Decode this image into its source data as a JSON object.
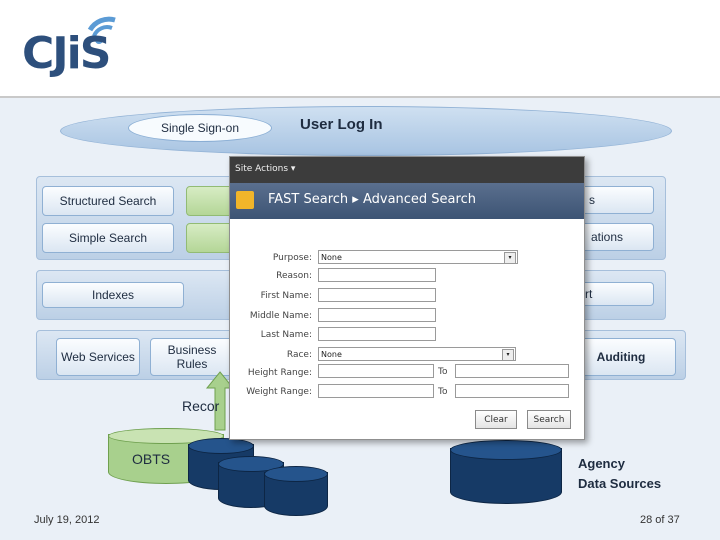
{
  "logo": {
    "text": "CJiS"
  },
  "sso": "Single Sign-on",
  "user_log_in": "User Log In",
  "boxes": {
    "structured_search": "Structured Search",
    "simple_search": "Simple Search",
    "indexes": "Indexes",
    "web_services": "Web Services",
    "business_rules": "Business Rules",
    "right_top": "s",
    "right_mid": "ations",
    "right_third": "rt",
    "auditing": "Auditing"
  },
  "records": "Recor",
  "obts": "OBTS",
  "agency_sources": [
    "Agency",
    "Data Sources"
  ],
  "popup": {
    "site_actions": "Site Actions ▾",
    "breadcrumb": "FAST Search ▸ Advanced Search",
    "fields": [
      {
        "label": "Purpose:",
        "value": "None",
        "kind": "select"
      },
      {
        "label": "Reason:",
        "value": "",
        "kind": "text"
      },
      {
        "label": "First Name:",
        "value": "",
        "kind": "text"
      },
      {
        "label": "Middle Name:",
        "value": "",
        "kind": "text"
      },
      {
        "label": "Last Name:",
        "value": "",
        "kind": "text"
      },
      {
        "label": "Race:",
        "value": "None",
        "kind": "select"
      },
      {
        "label": "Height Range:",
        "to": "To"
      },
      {
        "label": "Weight Range:",
        "to": "To"
      }
    ],
    "clear_label": "Clear",
    "search_label": "Search"
  },
  "footer": {
    "date": "July 19, 2012",
    "page": "28 of 37"
  },
  "colors": {
    "accent": "#2d4f7c",
    "green": "#b4d697",
    "database": "#163a66"
  }
}
